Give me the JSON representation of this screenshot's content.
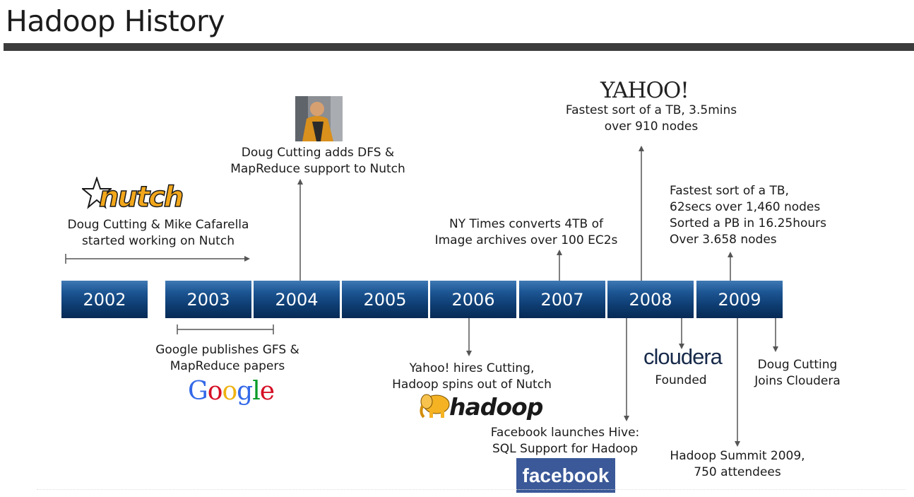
{
  "title": "Hadoop History",
  "years": [
    "2002",
    "2003",
    "2004",
    "2005",
    "2006",
    "2007",
    "2008",
    "2009"
  ],
  "events": {
    "nutch": {
      "line1": "Doug Cutting & Mike Cafarella",
      "line2": "started working on Nutch"
    },
    "dfs": {
      "line1": "Doug Cutting adds DFS &",
      "line2": "MapReduce support to Nutch"
    },
    "nytimes": {
      "line1": "NY Times converts 4TB of",
      "line2": "Image archives over 100 EC2s"
    },
    "yahoo_sort": {
      "line1": "Fastest sort of a TB, 3.5mins",
      "line2": "over 910 nodes"
    },
    "sort_2009": {
      "line1": "Fastest sort of a TB,",
      "line2": "62secs over 1,460 nodes",
      "line3": "Sorted a PB in 16.25hours",
      "line4": "Over 3.658 nodes"
    },
    "google": {
      "line1": "Google publishes GFS &",
      "line2": "MapReduce papers"
    },
    "yahoo_hires": {
      "line1": "Yahoo! hires Cutting,",
      "line2": "Hadoop spins out of Nutch"
    },
    "hive": {
      "line1": "Facebook launches Hive:",
      "line2": "SQL Support for Hadoop"
    },
    "cloudera": {
      "line1": "Founded"
    },
    "cutting_cloudera": {
      "line1": "Doug Cutting",
      "line2": "Joins Cloudera"
    },
    "summit": {
      "line1": "Hadoop Summit 2009,",
      "line2": "750 attendees"
    }
  },
  "logos": {
    "nutch": "nutch",
    "yahoo": "YAHOO!",
    "google": [
      "G",
      "o",
      "o",
      "g",
      "l",
      "e"
    ],
    "cloudera": "cloudera",
    "hadoop": "hadoop",
    "facebook": "facebook"
  },
  "colors": {
    "timeline_blue": "#0e3d72",
    "google": [
      "#3369e8",
      "#d50f25",
      "#eeb211",
      "#3369e8",
      "#009925",
      "#d50f25"
    ],
    "facebook": "#3b5998",
    "cloudera_accent": "#2a6ebb",
    "nutch": "#f2a71b",
    "hadoop_elephant": "#f5b324"
  }
}
